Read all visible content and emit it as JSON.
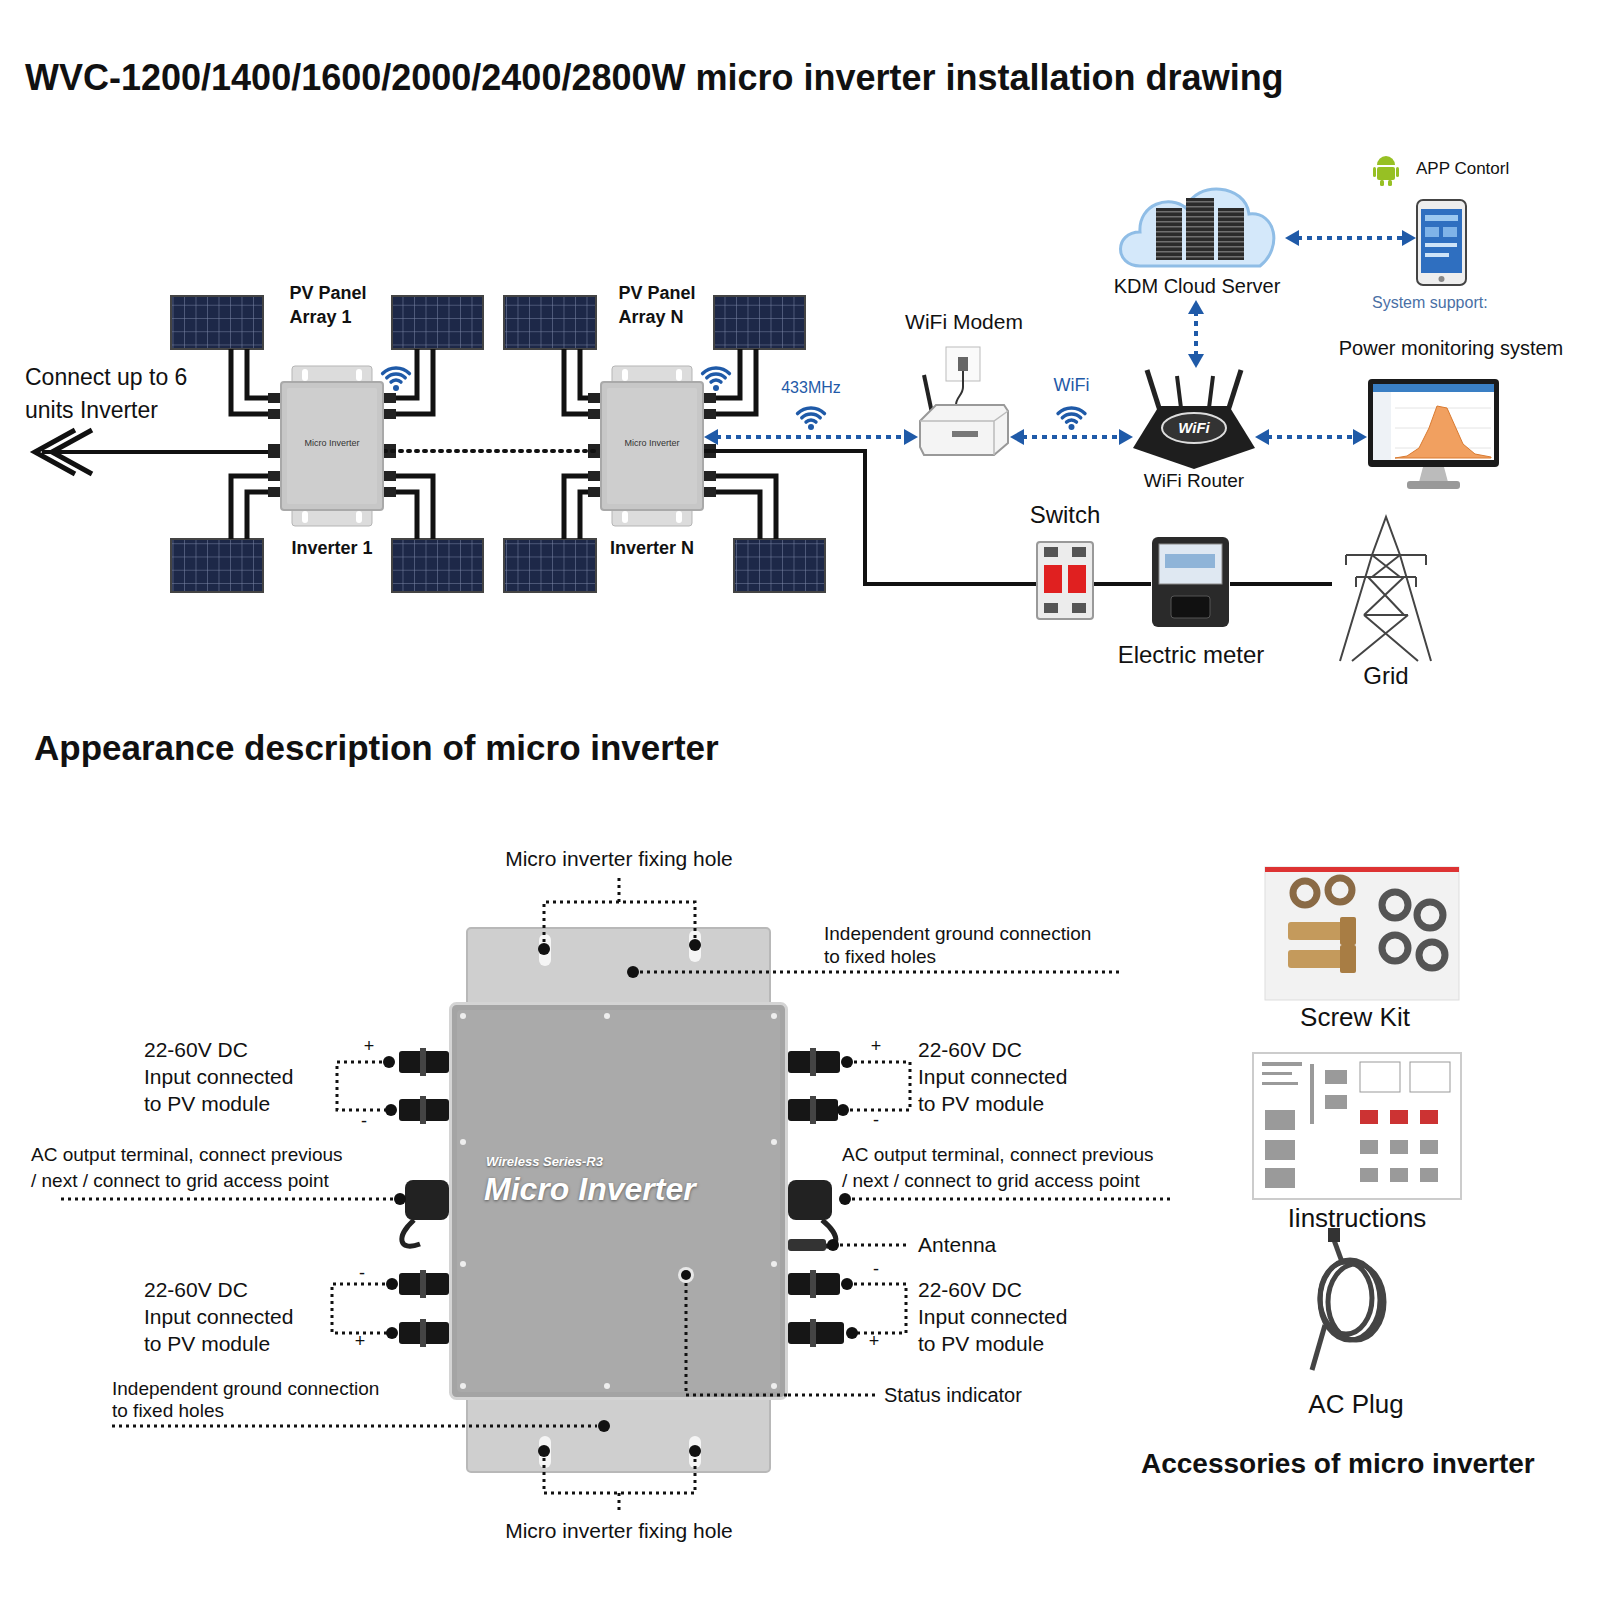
{
  "diagram": {
    "title": "WVC-1200/1400/1600/2000/2400/2800W micro inverter installation drawing",
    "nodes": [
      {
        "text": [
          "Micro Inverter",
          "Inverter 1"
        ]
      },
      {
        "text": [
          "Micro Inverter",
          "Inverter N"
        ]
      },
      {
        "text": [
          "KDM Cloud Server"
        ]
      },
      {
        "text": [
          "APP Contorl"
        ]
      },
      {
        "text": [
          "WiFi Modem"
        ]
      },
      {
        "text": [
          "WiFi",
          "WiFi Router"
        ]
      },
      {
        "text": [
          "Power monitoring system"
        ]
      },
      {
        "text": [
          "Switch"
        ]
      },
      {
        "text": [
          "Electric meter"
        ]
      },
      {
        "text": [
          "Grid"
        ]
      },
      {
        "text": [
          "Wireless Series-R3",
          "Micro Inverter"
        ]
      }
    ],
    "edges": [
      {
        "from": 0,
        "to": 1,
        "arrow": "none"
      },
      {
        "from": 1,
        "to": 4,
        "label": "433MHz",
        "arrow": "both"
      },
      {
        "from": 4,
        "to": 5,
        "label": "WiFi",
        "arrow": "both"
      },
      {
        "from": 5,
        "to": 2,
        "arrow": "both"
      },
      {
        "from": 2,
        "to": 3,
        "arrow": "both"
      },
      {
        "from": 5,
        "to": 6,
        "arrow": "both"
      },
      {
        "from": 1,
        "to": 7,
        "arrow": "none"
      },
      {
        "from": 7,
        "to": 8,
        "arrow": "none"
      },
      {
        "from": 8,
        "to": 9,
        "arrow": "none"
      }
    ],
    "labels": [
      "PV Panel Array 1",
      "PV Panel Array N",
      "Connect up to 6 units Inverter",
      "System support:",
      "Appearance description of micro inverter",
      "Micro inverter fixing hole",
      "Independent ground connection to fixed holes",
      "+",
      "-",
      "22-60V DC Input connected to PV module",
      "+",
      "-",
      "22-60V DC Input connected to PV module",
      "AC output terminal, connect previous / next / connect to grid access point",
      "AC output terminal, connect previous / next / connect to grid access point",
      "Antenna",
      "-",
      "+",
      "22-60V DC Input connected to PV module",
      "-",
      "+",
      "22-60V DC Input connected to PV module",
      "Independent ground connection to fixed holes",
      "Status indicator",
      "Micro inverter fixing hole",
      "Screw Kit",
      "Iinstructions",
      "AC Plug",
      "Accessories of micro inverter"
    ]
  }
}
